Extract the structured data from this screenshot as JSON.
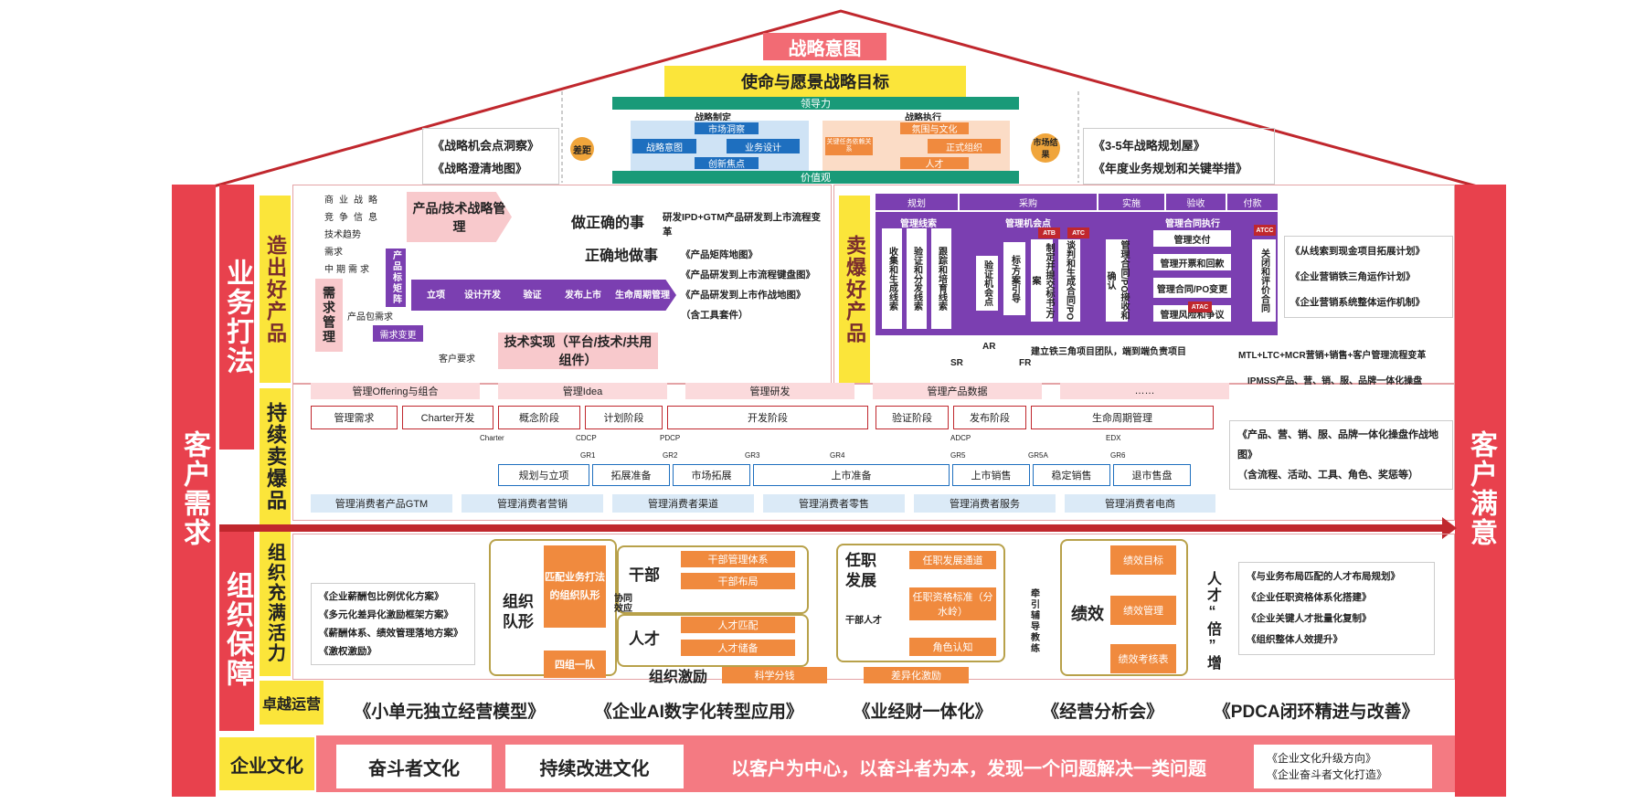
{
  "roof": {
    "title": "战略意图",
    "mission": "使命与愿景战略目标",
    "leadership": "领导力",
    "values": "价值观",
    "left_notes": [
      "《战略机会点洞察》",
      "《战略澄清地图》"
    ],
    "right_notes": [
      "《3-5年战略规划屋》",
      "《年度业务规划和关键举措》"
    ],
    "diff": "差距",
    "market_result": "市场结果",
    "strategy_formulation": "战略制定",
    "strategy_execution": "战略执行",
    "market_insight": "市场洞察",
    "strategic_intent_small": "战略意图",
    "business_design": "业务设计",
    "innovation": "创新焦点",
    "climate": "氛围与文化",
    "key_tasks": "关键任务依赖关系",
    "formal_org": "正式组织",
    "talent": "人才"
  },
  "sides": {
    "left": "客户需求",
    "right": "客户满意",
    "biz": "业务打法",
    "org": "组织保障",
    "culture": "企业文化"
  },
  "make": {
    "label": "造出好产品",
    "inputs": [
      "商业战略",
      "竞争信息",
      "技术趋势",
      "需求",
      "中期需求"
    ],
    "matrix": "产品标矩阵",
    "pkg": "产品包需求",
    "demand_mgmt": "需求管理",
    "demand_change": "需求变更",
    "customer_req": "客户要求",
    "strategy_mgmt": "产品/技术战略管理",
    "do_right": "做正确的事",
    "do_right_way": "正确地做事",
    "flow": [
      "立项",
      "设计开发",
      "验证",
      "发布上市",
      "生命周期管理"
    ],
    "tech": "技术实现（平台/技术/共用组件）",
    "ipd_title": "研发IPD+GTM产品研发到上市流程变革",
    "ipd_items": [
      "《产品矩阵地图》",
      "《产品研发到上市流程键盘图》",
      "《产品研发到上市作战地图》（含工具套件）"
    ]
  },
  "sell": {
    "label": "卖爆好产品",
    "stages": [
      "规划",
      "采购",
      "实施",
      "验收",
      "付款"
    ],
    "leads": "管理线索",
    "lead_cols": [
      "收集和生成线索",
      "验证和分发线索",
      "跟踪和培育线索"
    ],
    "opp": "管理机会点",
    "opp_cols": [
      "验证机会点",
      "标/方案引导",
      "制定并提交标书/方案",
      "谈判和生成合同/PO"
    ],
    "contract": "管理合同执行",
    "contract_col": "管理合同/PO接收和确认",
    "contract_items": [
      "管理交付",
      "管理开票和回款",
      "管理合同/PO变更",
      "管理风险和争议"
    ],
    "close": "关闭和评价合同",
    "atb": "ATB",
    "atc": "ATC",
    "atac": "ATAC",
    "atcc": "ATCC",
    "ar": "AR",
    "sr": "SR",
    "fr": "FR",
    "iron": "建立铁三角项目团队，端到端负责项目",
    "notes": [
      "《从线索到现金项目拓展计划》",
      "《企业营销铁三角运作计划》",
      "《企业营销系统整体运作机制》"
    ],
    "mtl": "MTL+LTC+MCR营销+销售+客户管理流程变革"
  },
  "sustain": {
    "label": "持续卖爆品",
    "heads": [
      "管理Offering与组合",
      "管理Idea",
      "管理研发",
      "管理产品数据",
      "……"
    ],
    "row1": [
      "管理需求",
      "Charter开发",
      "概念阶段",
      "计划阶段",
      "开发阶段",
      "验证阶段",
      "发布阶段",
      "生命周期管理"
    ],
    "gates": [
      "Charter",
      "CDCP",
      "PDCP",
      "ADCP",
      "EDX"
    ],
    "grs": [
      "GR1",
      "GR2",
      "GR3",
      "GR4",
      "GR5",
      "GR5A",
      "GR6"
    ],
    "row2": [
      "规划与立项",
      "拓展准备",
      "市场拓展",
      "上市准备",
      "上市销售",
      "稳定销售",
      "退市售盘"
    ],
    "row3": [
      "管理消费者产品GTM",
      "管理消费者营销",
      "管理消费者渠道",
      "管理消费者零售",
      "管理消费者服务",
      "管理消费者电商"
    ],
    "ipmss": "IPMSS产品、营、销、服、品牌一体化操盘",
    "notes": [
      "《产品、营、销、服、品牌一体化操盘作战地图》",
      "（含流程、活动、工具、角色、奖惩等）"
    ]
  },
  "org": {
    "label": "组织充满活力",
    "notes": [
      "《企业薪酬包比例优化方案》",
      "《多元化差异化激励框架方案》",
      "《薪酬体系、绩效管理落地方案》",
      "《激权激励》"
    ],
    "team": "组织队形",
    "match": "匹配业务打法的组织队形",
    "four": "四组一队",
    "cadre": "干部",
    "cadre_items": [
      "干部管理体系",
      "干部布局"
    ],
    "talent": "人才",
    "talent_items": [
      "人才匹配",
      "人才储备"
    ],
    "collab": "协同效应",
    "cadre_talent": "干部人才",
    "position": "任职发展",
    "pos_items": [
      "任职发展通道",
      "任职资格标准（分水岭）",
      "角色认知"
    ],
    "incent": "组织激励",
    "incent_items": [
      "科学分钱",
      "差异化激励"
    ],
    "perf": "绩效",
    "perf_items": [
      "绩效目标",
      "绩效管理",
      "绩效考核表"
    ],
    "guide": "牵引辅导教练",
    "multiple": "人才“倍”增",
    "notes2": [
      "《与业务布局匹配的人才布局规划》",
      "《企业任职资格体系化搭建》",
      "《企业关键人才批量化复制》",
      "《组织整体人效提升》"
    ]
  },
  "ops": {
    "label": "卓越运营",
    "items": [
      "《小单元独立经营模型》",
      "《企业AI数字化转型应用》",
      "《业经财一体化》",
      "《经营分析会》",
      "《PDCA闭环精进与改善》"
    ]
  },
  "culture": {
    "label": "企业文化",
    "c1": "奋斗者文化",
    "c2": "持续改进文化",
    "slogan": "以客户为中心，以奋斗者为本，发现一个问题解决一类问题",
    "notes": [
      "《企业文化升级方向》",
      "《企业奋斗者文化打造》"
    ]
  }
}
